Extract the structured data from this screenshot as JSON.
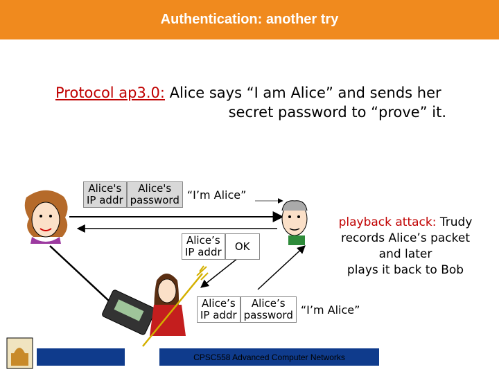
{
  "title": "Authentication: another try",
  "protocol": {
    "name": "Protocol ap3.0:",
    "line1": " Alice says “I am Alice” and sends her",
    "line2": "secret password to “prove” it."
  },
  "packet_top": {
    "cell1": [
      "Alice's",
      "IP addr"
    ],
    "cell2": [
      "Alice's",
      "password"
    ],
    "message": "“I’m Alice”"
  },
  "packet_ok": {
    "cell1": [
      "Alice’s",
      "IP addr"
    ],
    "message": "OK"
  },
  "packet_bottom": {
    "cell1": [
      "Alice’s",
      "IP addr"
    ],
    "cell2": [
      "Alice’s",
      "password"
    ],
    "message": "“I’m Alice”"
  },
  "attack": {
    "label": "playback attack:",
    "text1": " Trudy",
    "text2": "records Alice’s packet",
    "text3": "and later",
    "text4": "plays it back to Bob"
  },
  "footer": {
    "course": "CPSC558 Advanced Computer Networks"
  },
  "colors": {
    "title_bar": "#f08a1e",
    "footer": "#0f3b8c",
    "attack_label": "#c00000"
  },
  "icons": [
    "alice-icon",
    "bob-icon",
    "trudy-icon",
    "recorder-icon",
    "university-logo-icon"
  ]
}
